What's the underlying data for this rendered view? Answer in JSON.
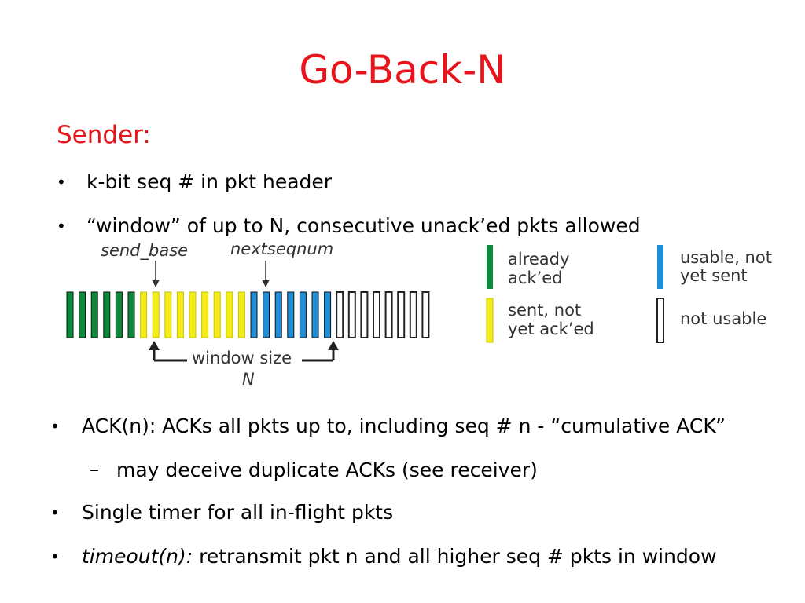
{
  "title": "Go-Back-N",
  "sender_heading": "Sender:",
  "bullet_glyph": "•",
  "dash_glyph": "–",
  "bullets": [
    {
      "text": "k-bit seq # in pkt header"
    },
    {
      "text": "“window” of up to N, consecutive unack’ed pkts allowed"
    }
  ],
  "lower_bullets": [
    {
      "text": "ACK(n): ACKs all pkts up to, including seq # n - “cumulative ACK”"
    },
    {
      "text": "may deceive duplicate ACKs (see receiver)"
    },
    {
      "text": "Single timer for all in-flight pkts"
    },
    {
      "italic": "timeout(n):",
      "text": " retransmit pkt n and all higher seq # pkts in window"
    }
  ],
  "diagram": {
    "send_base_label": "send_base",
    "nextseqnum_label": "nextseqnum",
    "window_size_label": "window size",
    "window_n_label": "N",
    "sequence": [
      "acked",
      "acked",
      "acked",
      "acked",
      "acked",
      "acked",
      "sent",
      "sent",
      "sent",
      "sent",
      "sent",
      "sent",
      "sent",
      "sent",
      "sent",
      "usable",
      "usable",
      "usable",
      "usable",
      "usable",
      "usable",
      "usable",
      "unusable",
      "unusable",
      "unusable",
      "unusable",
      "unusable",
      "unusable",
      "unusable",
      "unusable"
    ],
    "colors": {
      "acked": "#0a8a3a",
      "sent": "#f2ec1a",
      "usable": "#1e8fd6",
      "unusable": "#ffffff"
    },
    "legend": [
      {
        "state": "acked",
        "line1": "already",
        "line2": "ack’ed"
      },
      {
        "state": "usable",
        "line1": "usable, not",
        "line2": "yet sent"
      },
      {
        "state": "sent",
        "line1": "sent, not",
        "line2": "yet ack’ed"
      },
      {
        "state": "unusable",
        "line1": "not usable",
        "line2": ""
      }
    ]
  }
}
